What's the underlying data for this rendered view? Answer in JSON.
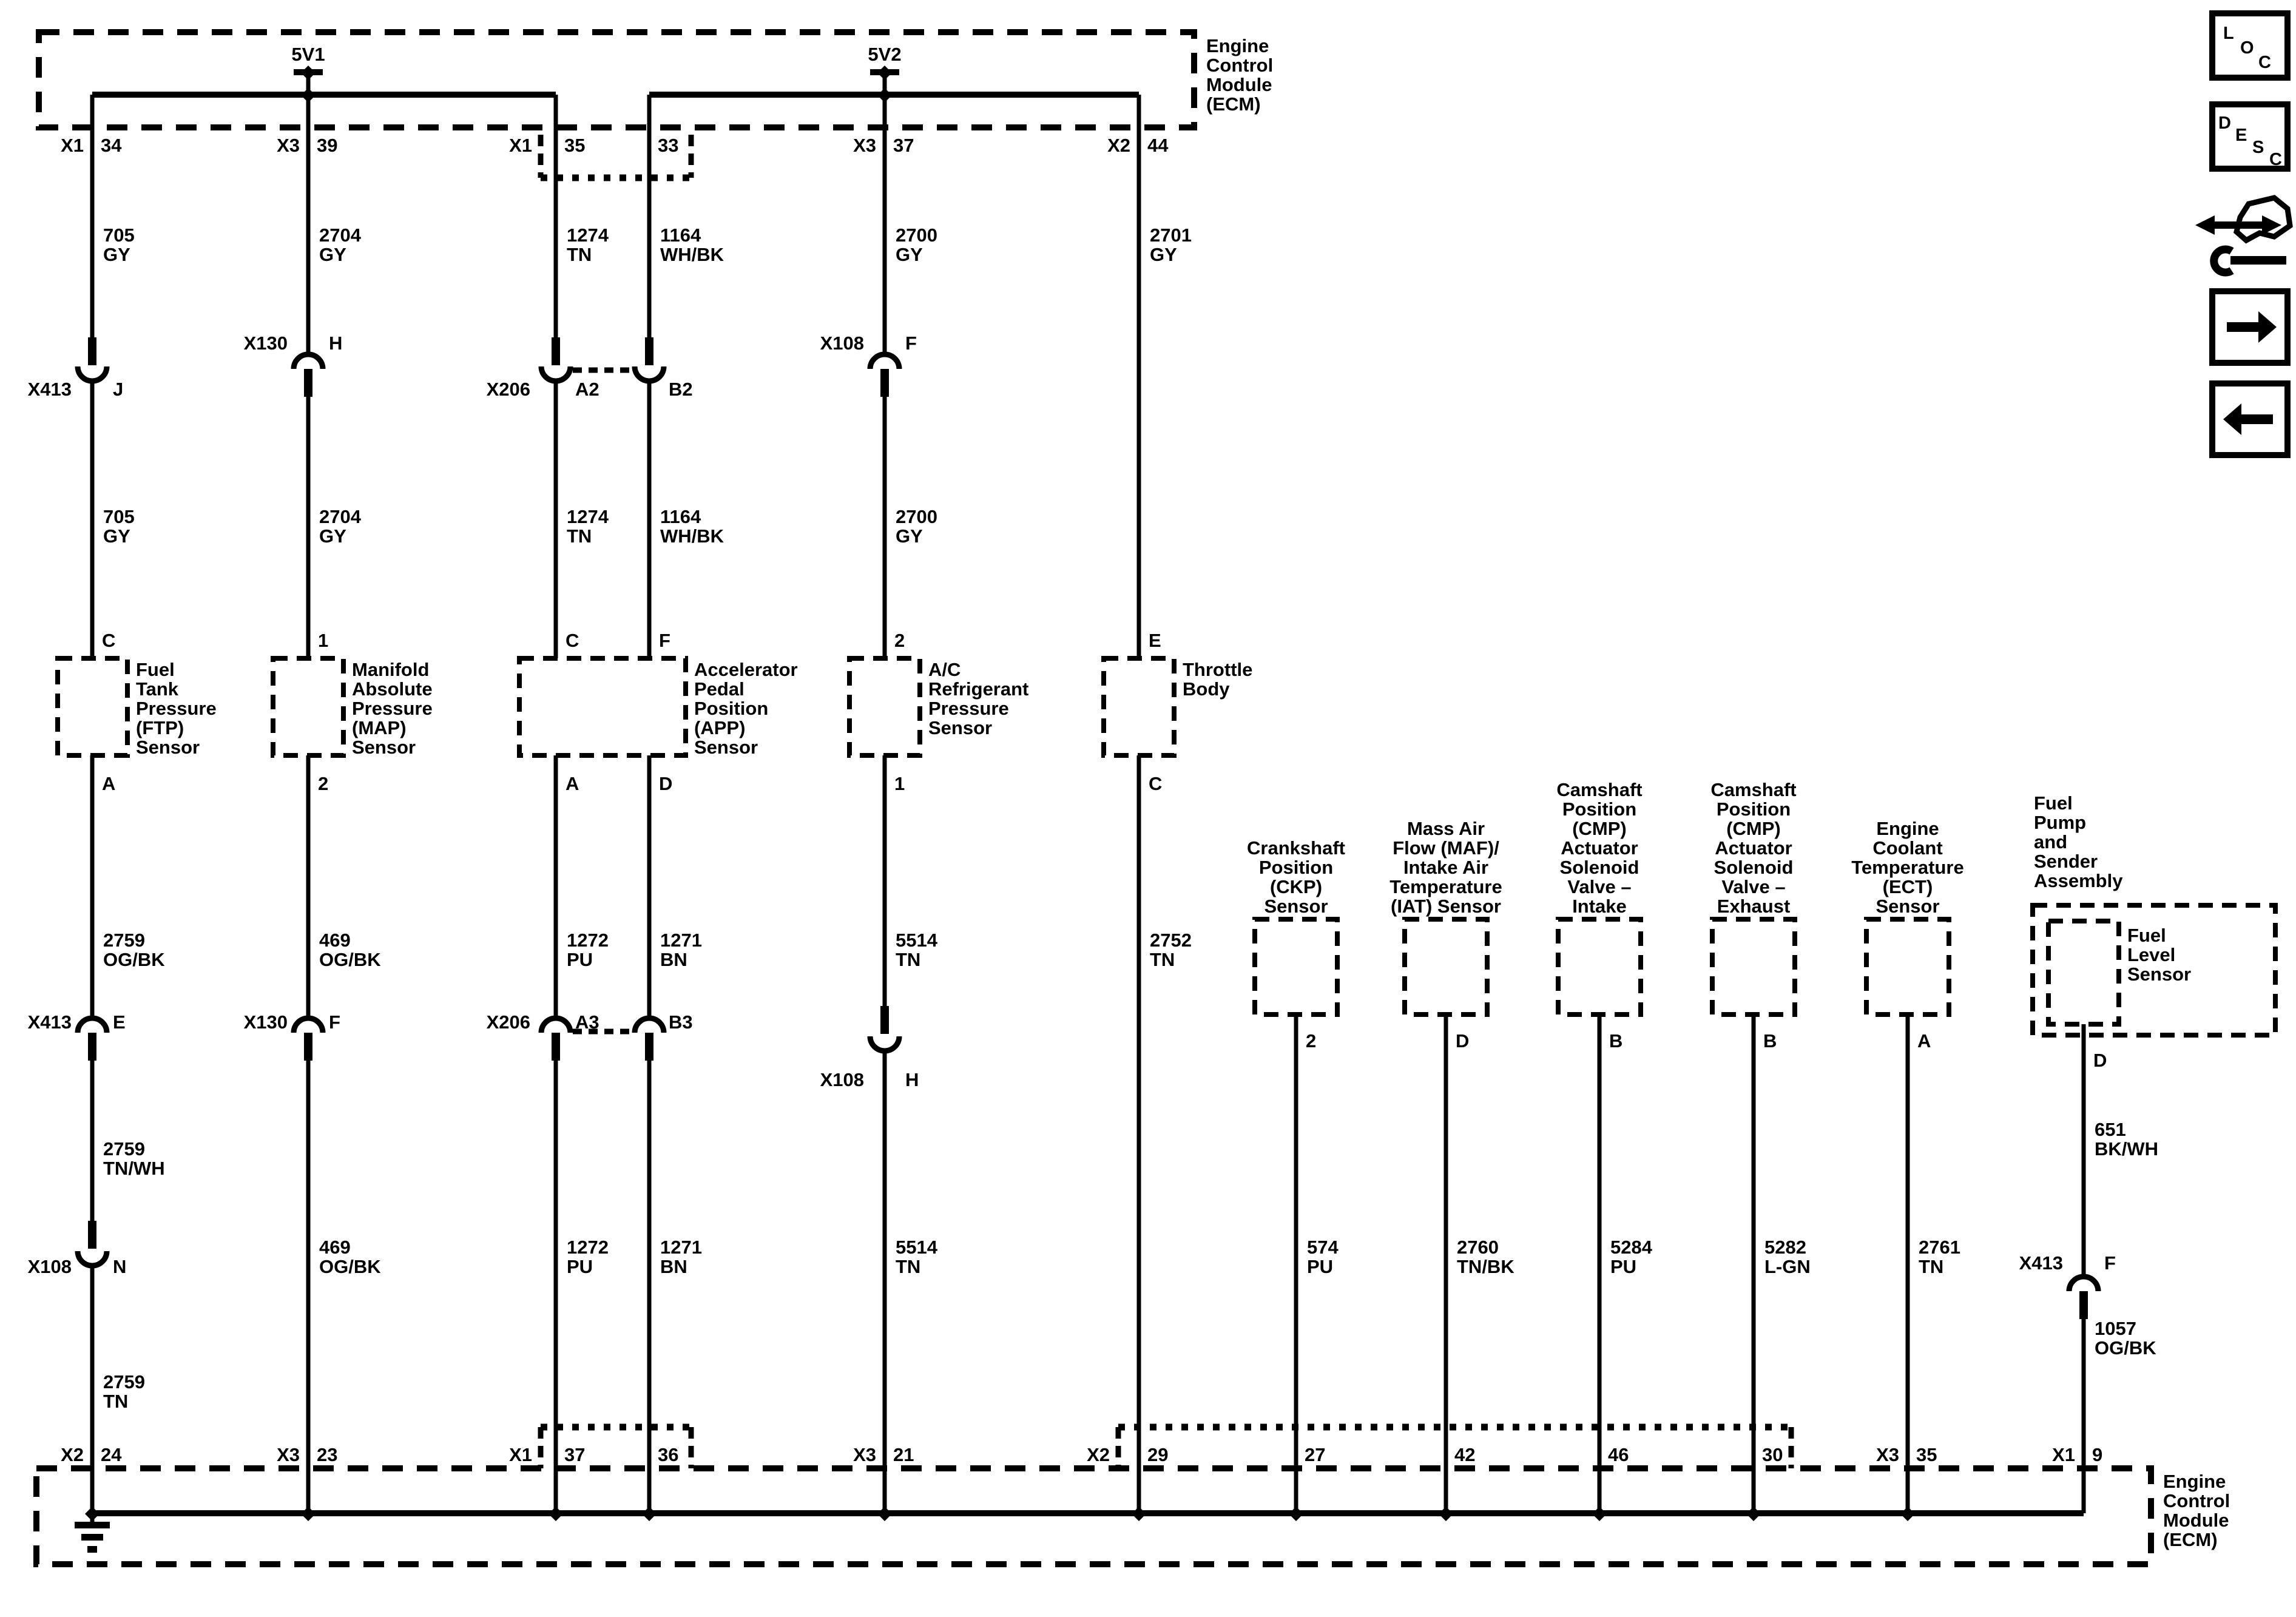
{
  "colors": {
    "ink": "#000000",
    "paper": "#ffffff"
  },
  "ecm": {
    "lines": [
      "Engine",
      "Control",
      "Module",
      "(ECM)"
    ]
  },
  "power_taps": {
    "v1": "5V1",
    "v2": "5V2"
  },
  "top_pins": {
    "c1": {
      "conn": "X1",
      "pin": "34"
    },
    "c2": {
      "conn": "X3",
      "pin": "39"
    },
    "c3": {
      "conn": "X1",
      "pin": "35"
    },
    "c4": {
      "pin": "33"
    },
    "c5": {
      "conn": "X3",
      "pin": "37"
    },
    "c6": {
      "conn": "X2",
      "pin": "44"
    }
  },
  "bottom_pins": {
    "c1": {
      "conn": "X2",
      "pin": "24"
    },
    "c2": {
      "conn": "X3",
      "pin": "23"
    },
    "c3": {
      "conn": "X1",
      "pin": "37"
    },
    "c4": {
      "pin": "36"
    },
    "c5": {
      "conn": "X3",
      "pin": "21"
    },
    "c6": {
      "conn": "X2",
      "pin": "29"
    },
    "c7": {
      "pin": "27"
    },
    "c8": {
      "pin": "42"
    },
    "c9": {
      "pin": "46"
    },
    "c10": {
      "pin": "30"
    },
    "c11": {
      "conn": "X3",
      "pin": "35"
    },
    "c12": {
      "conn": "X1",
      "pin": "9"
    }
  },
  "wire_labels": {
    "c1_top": [
      "705",
      "GY"
    ],
    "c1_mid": [
      "705",
      "GY"
    ],
    "c1_low": [
      "2759",
      "OG/BK"
    ],
    "c1_low2": [
      "2759",
      "TN/WH"
    ],
    "c1_low3": [
      "2759",
      "TN"
    ],
    "c2_top": [
      "2704",
      "GY"
    ],
    "c2_mid": [
      "2704",
      "GY"
    ],
    "c2_low": [
      "469",
      "OG/BK"
    ],
    "c2_low2": [
      "469",
      "OG/BK"
    ],
    "c3_top": [
      "1274",
      "TN"
    ],
    "c3_mid": [
      "1274",
      "TN"
    ],
    "c3_low": [
      "1272",
      "PU"
    ],
    "c3_low2": [
      "1272",
      "PU"
    ],
    "c4_top": [
      "1164",
      "WH/BK"
    ],
    "c4_mid": [
      "1164",
      "WH/BK"
    ],
    "c4_low": [
      "1271",
      "BN"
    ],
    "c4_low2": [
      "1271",
      "BN"
    ],
    "c5_top": [
      "2700",
      "GY"
    ],
    "c5_mid": [
      "2700",
      "GY"
    ],
    "c5_low": [
      "5514",
      "TN"
    ],
    "c5_low2": [
      "5514",
      "TN"
    ],
    "c6_top": [
      "2701",
      "GY"
    ],
    "c6_low": [
      "2752",
      "TN"
    ],
    "c7": [
      "574",
      "PU"
    ],
    "c8": [
      "2760",
      "TN/BK"
    ],
    "c9": [
      "5284",
      "PU"
    ],
    "c10": [
      "5282",
      "L-GN"
    ],
    "c11": [
      "2761",
      "TN"
    ],
    "c12_top": [
      "651",
      "BK/WH"
    ],
    "c12_low": [
      "1057",
      "OG/BK"
    ]
  },
  "inline_connectors": {
    "x413_j": {
      "name": "X413",
      "pin": "J"
    },
    "x130_h": {
      "name": "X130",
      "pin": "H"
    },
    "x206_row1": {
      "name": "X206",
      "pin_a": "A2",
      "pin_b": "B2"
    },
    "x108_f": {
      "name": "X108",
      "pin": "F"
    },
    "x413_e": {
      "name": "X413",
      "pin": "E"
    },
    "x130_f": {
      "name": "X130",
      "pin": "F"
    },
    "x206_row2": {
      "name": "X206",
      "pin_a": "A3",
      "pin_b": "B3"
    },
    "x108_n": {
      "name": "X108",
      "pin": "N"
    },
    "x108_h": {
      "name": "X108",
      "pin": "H"
    },
    "x413_f": {
      "name": "X413",
      "pin": "F"
    }
  },
  "sensors": {
    "ftp": {
      "lines": [
        "Fuel",
        "Tank",
        "Pressure",
        "(FTP)",
        "Sensor"
      ],
      "pin_top": "C",
      "pin_bottom": "A"
    },
    "map": {
      "lines": [
        "Manifold",
        "Absolute",
        "Pressure",
        "(MAP)",
        "Sensor"
      ],
      "pin_top": "1",
      "pin_bottom": "2"
    },
    "app": {
      "lines": [
        "Accelerator",
        "Pedal",
        "Position",
        "(APP)",
        "Sensor"
      ],
      "pin_top_a": "C",
      "pin_top_b": "F",
      "pin_bottom_a": "A",
      "pin_bottom_b": "D"
    },
    "ac": {
      "lines": [
        "A/C",
        "Refrigerant",
        "Pressure",
        "Sensor"
      ],
      "pin_top": "2",
      "pin_bottom": "1"
    },
    "tb": {
      "lines": [
        "Throttle",
        "Body"
      ],
      "pin_top": "E",
      "pin_bottom": "C"
    },
    "ckp": {
      "lines": [
        "Crankshaft",
        "Position",
        "(CKP)",
        "Sensor"
      ],
      "pin_bottom": "2"
    },
    "maf": {
      "lines": [
        "Mass Air",
        "Flow (MAF)/",
        "Intake Air",
        "Temperature",
        "(IAT) Sensor"
      ],
      "pin_bottom": "D"
    },
    "cmp_intake": {
      "lines": [
        "Camshaft",
        "Position",
        "(CMP)",
        "Actuator",
        "Solenoid",
        "Valve –",
        "Intake"
      ],
      "pin_bottom": "B"
    },
    "cmp_exhaust": {
      "lines": [
        "Camshaft",
        "Position",
        "(CMP)",
        "Actuator",
        "Solenoid",
        "Valve –",
        "Exhaust"
      ],
      "pin_bottom": "B"
    },
    "ect": {
      "lines": [
        "Engine",
        "Coolant",
        "Temperature",
        "(ECT)",
        "Sensor"
      ],
      "pin_bottom": "A"
    },
    "fuel_pump": {
      "lines": [
        "Fuel",
        "Pump",
        "and",
        "Sender",
        "Assembly"
      ]
    },
    "fuel_level": {
      "lines": [
        "Fuel",
        "Level",
        "Sensor"
      ],
      "pin_bottom": "D"
    }
  },
  "toolbar": {
    "loc": [
      "L",
      "O",
      "C"
    ],
    "desc": [
      "D",
      "E",
      "S",
      "C"
    ]
  }
}
